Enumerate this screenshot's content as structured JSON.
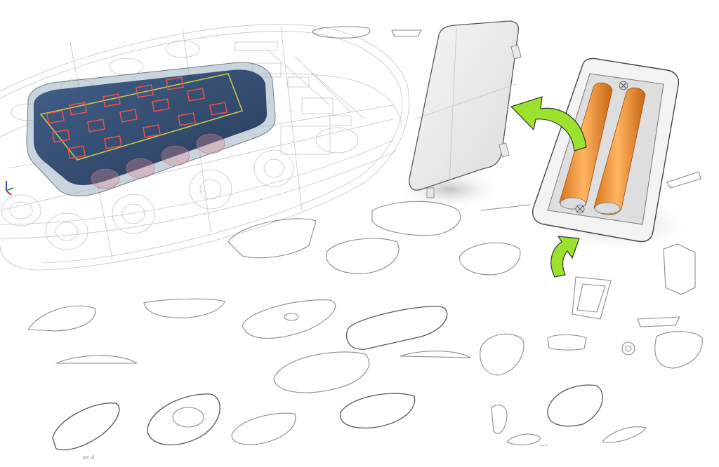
{
  "sheet": {
    "title": "",
    "background": "#ffffff"
  },
  "colors": {
    "pcb_dark": "#2f4a6e",
    "pcb_trace_red": "#e8504a",
    "pcb_outline_yellow": "#c8c84a",
    "battery_orange": "#f0922a",
    "battery_cap": "#d9dde0",
    "arrow_green": "#9be22d",
    "housing_white": "#f2f3f3",
    "pencil": "#8a8a8a"
  },
  "elements": {
    "cad_render": {
      "label": "",
      "pcb_key_count": 15
    },
    "battery_cover": {
      "label": ""
    },
    "battery_tray": {
      "label": "",
      "battery_count": 2,
      "screw_count": 2
    },
    "arrows": {
      "count": 2
    },
    "axis_gizmo": {
      "axes": [
        "x",
        "y",
        "z"
      ],
      "colors": [
        "#d03030",
        "#30a040",
        "#3050d0"
      ]
    }
  },
  "annotations": {
    "bottom_left_scribble": "pre ul.",
    "bottom_right_scribble": "~~~"
  }
}
